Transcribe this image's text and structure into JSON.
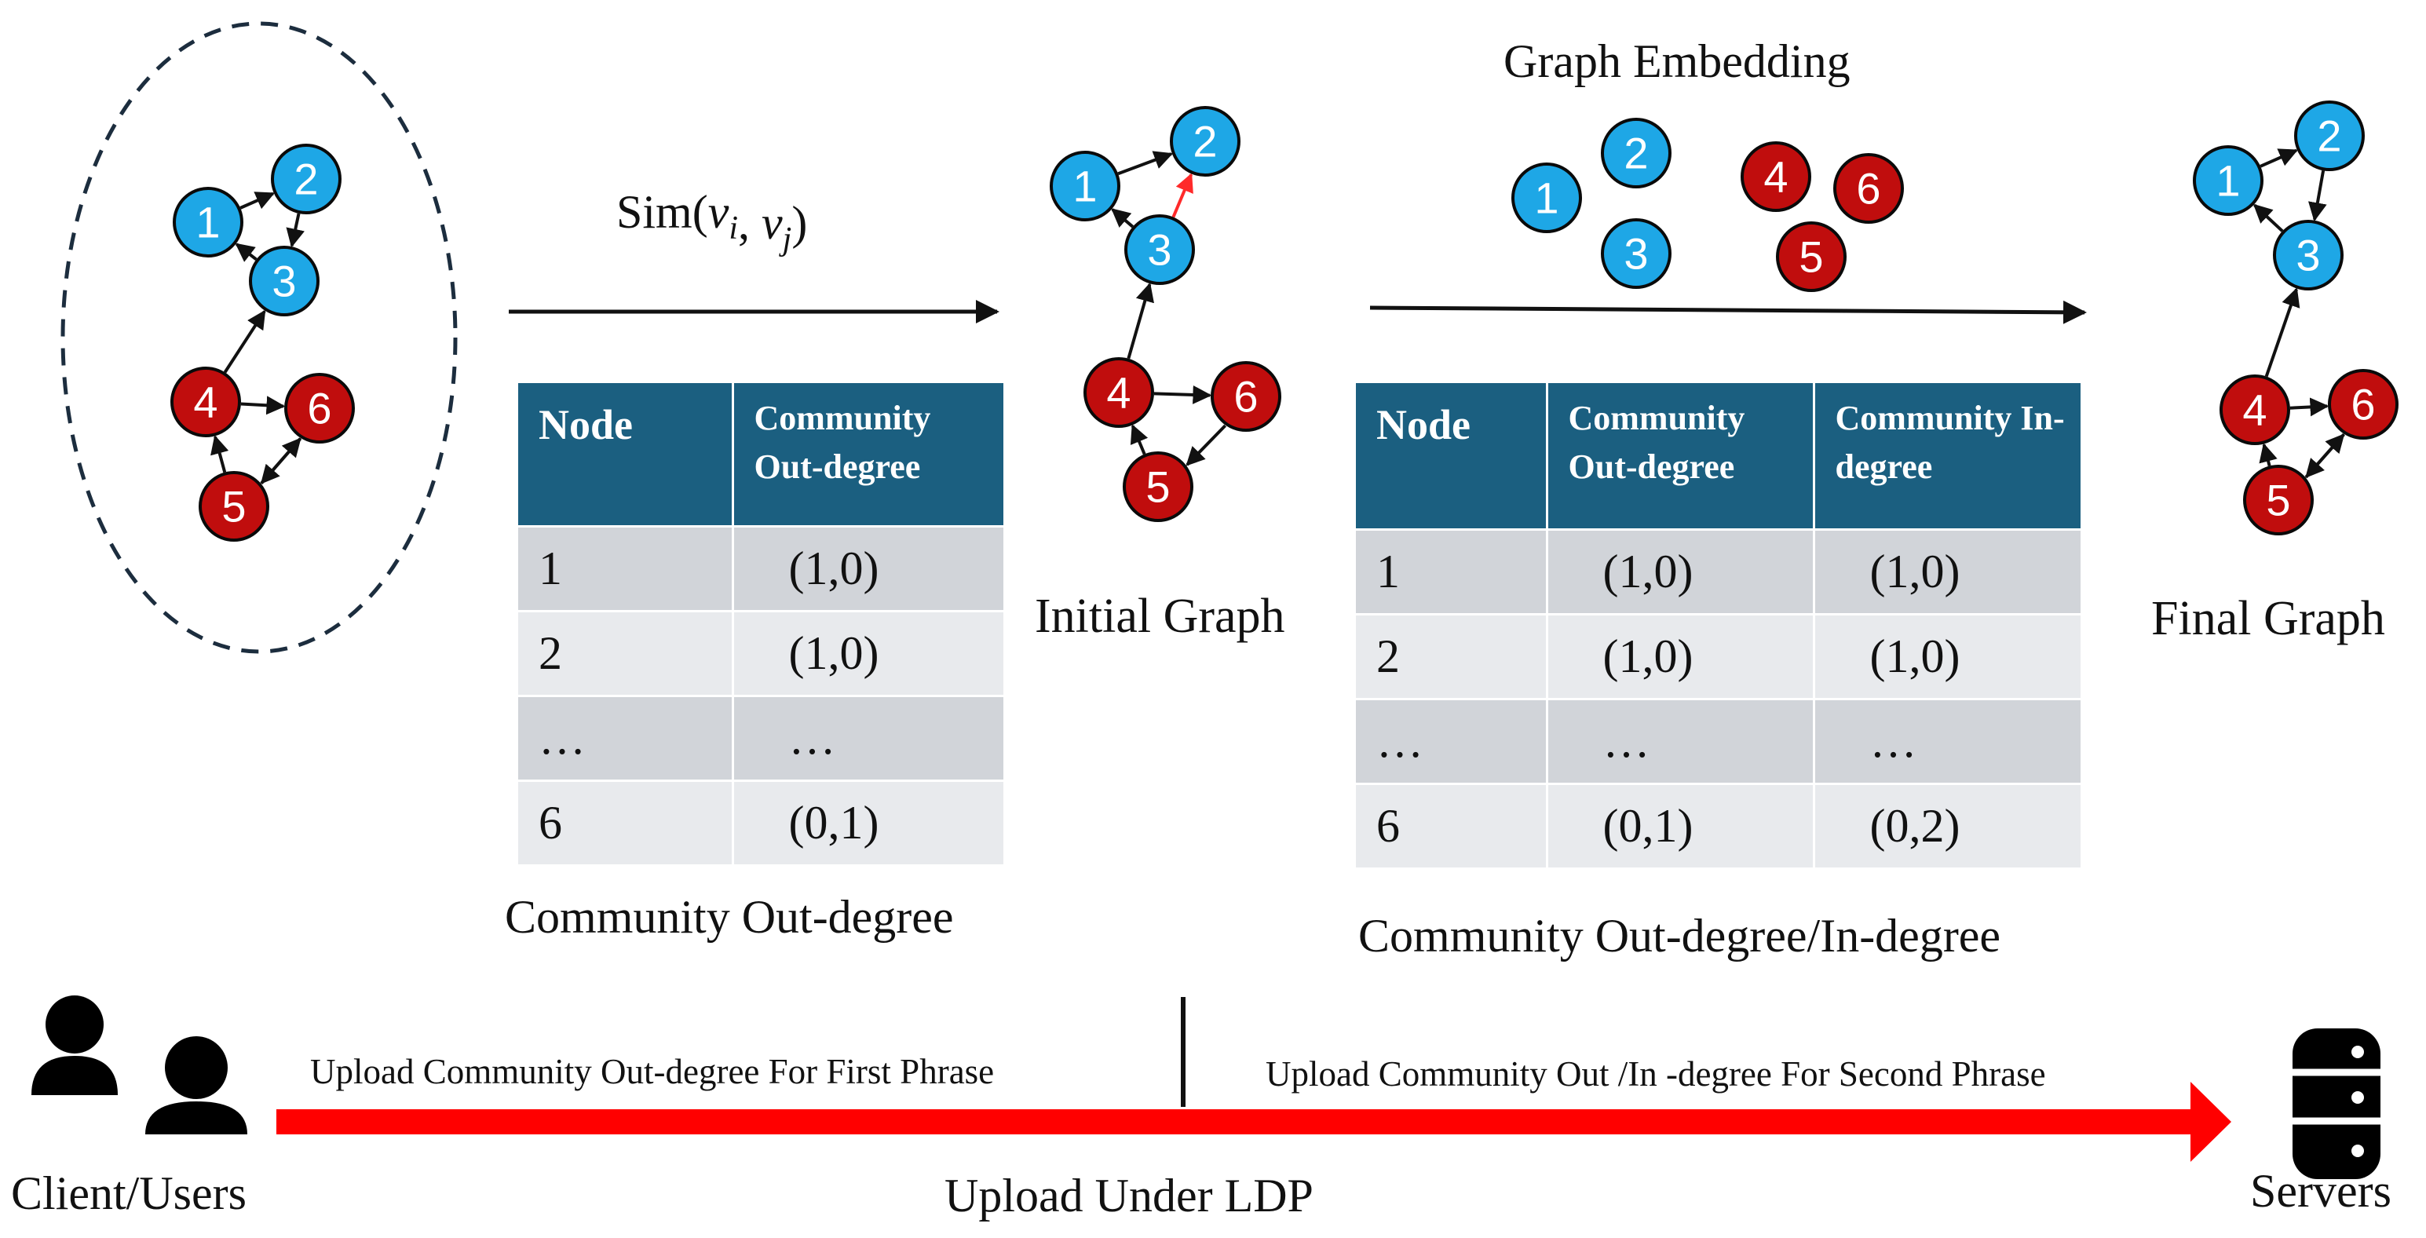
{
  "operation_label": "Sim(v_i, v_j)",
  "labels": {
    "initial_graph": "Initial Graph",
    "final_graph": "Final Graph",
    "graph_embedding": "Graph Embedding",
    "caption_table1": "Community Out-degree",
    "caption_table2": "Community Out-degree/In-degree",
    "upload_first": "Upload Community Out-degree For First Phrase",
    "upload_second": "Upload Community Out /In -degree For Second Phrase",
    "upload_ldp": "Upload Under LDP",
    "clients": "Client/Users",
    "servers": "Servers"
  },
  "table1": {
    "headers": [
      "Node",
      "Community Out-degree"
    ],
    "rows": [
      [
        "1",
        "(1,0)"
      ],
      [
        "2",
        "(1,0)"
      ],
      [
        "…",
        "…"
      ],
      [
        "6",
        "(0,1)"
      ]
    ]
  },
  "table2": {
    "headers": [
      "Node",
      "Community Out-degree",
      "Community In-degree"
    ],
    "rows": [
      [
        "1",
        "(1,0)",
        "(1,0)"
      ],
      [
        "2",
        "(1,0)",
        "(1,0)"
      ],
      [
        "…",
        "…",
        "…"
      ],
      [
        "6",
        "(0,1)",
        "(0,2)"
      ]
    ]
  },
  "graph_nodes": [
    {
      "id": "1",
      "community": "blue"
    },
    {
      "id": "2",
      "community": "blue"
    },
    {
      "id": "3",
      "community": "blue"
    },
    {
      "id": "4",
      "community": "red"
    },
    {
      "id": "5",
      "community": "red"
    },
    {
      "id": "6",
      "community": "red"
    }
  ],
  "colors": {
    "blue_node": "#1ea7e6",
    "red_node": "#c00d0d",
    "table_header": "#1b5f80",
    "upload_arrow": "#ff0000",
    "added_edge": "#ff2a2a"
  },
  "icons": {
    "clients": "users-icon",
    "servers": "database-server-icon"
  }
}
